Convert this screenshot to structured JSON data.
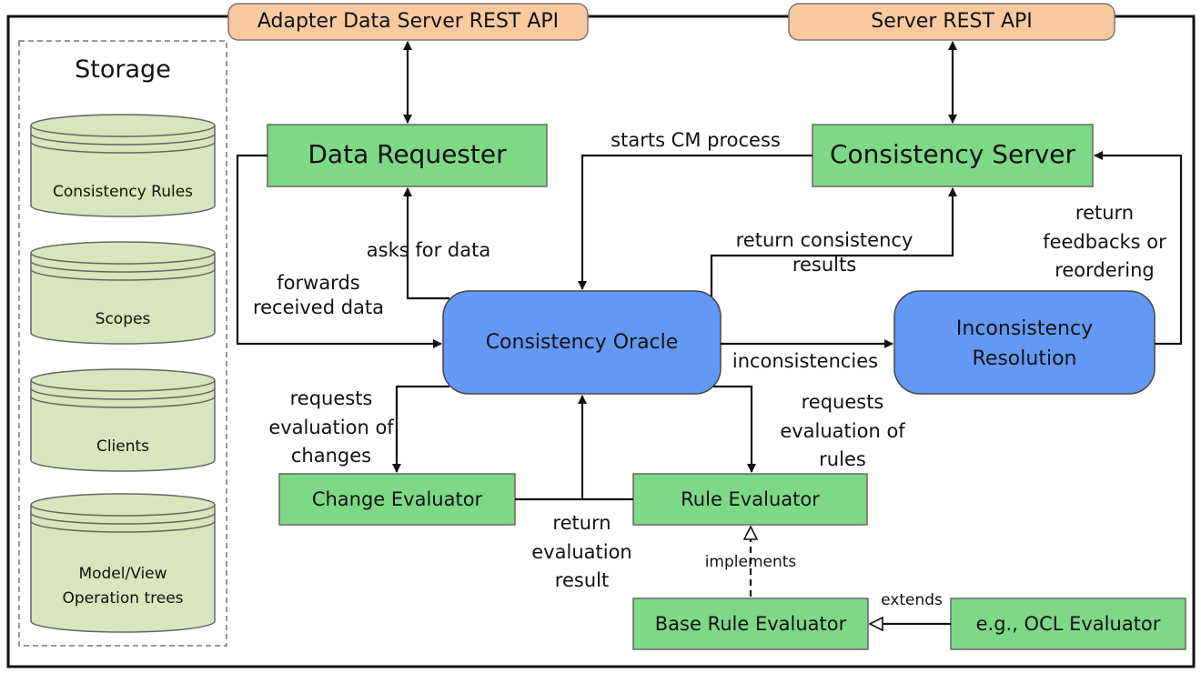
{
  "apis": {
    "adapter": "Adapter Data Server REST API",
    "server": "Server REST API"
  },
  "storage": {
    "title": "Storage",
    "items": [
      "Consistency Rules",
      "Scopes",
      "Clients",
      "Model/View\nOperation trees"
    ]
  },
  "components": {
    "data_requester": "Data Requester",
    "consistency_server": "Consistency Server",
    "consistency_oracle": "Consistency Oracle",
    "inconsistency_resolution": "Inconsistency\nResolution",
    "change_evaluator": "Change Evaluator",
    "rule_evaluator": "Rule Evaluator",
    "base_rule_evaluator": "Base Rule Evaluator",
    "ocl_evaluator": "e.g., OCL Evaluator"
  },
  "edges": {
    "starts_cm": "starts CM process",
    "asks_for_data": "asks for data",
    "forwards_data": "forwards\nreceived data",
    "return_consistency": "return consistency\nresults",
    "return_feedbacks": "return\nfeedbacks or\nreordering",
    "inconsistencies": "inconsistencies",
    "requests_changes": "requests\nevaluation of\nchanges",
    "requests_rules": "requests\nevaluation of\nrules",
    "return_eval": "return\nevaluation\nresult",
    "implements": "implements",
    "extends": "extends"
  },
  "colors": {
    "api_fill": "#f9c99f",
    "green_fill": "#7ed987",
    "blue_fill": "#6399f5",
    "storage_fill": "#d9e5bd"
  }
}
